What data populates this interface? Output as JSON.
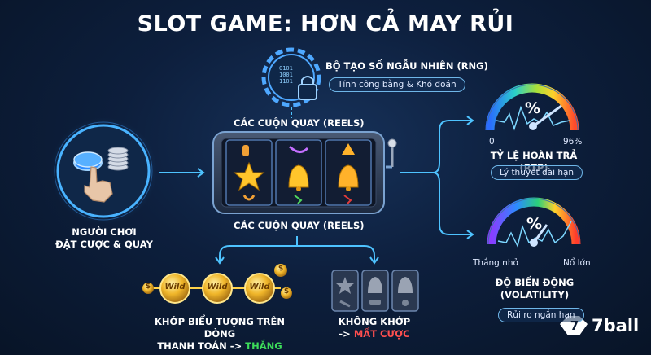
{
  "title": "SLOT GAME: HƠN CẢ MAY RỦI",
  "rng": {
    "label": "BỘ TẠO SỐ NGẪU NHIÊN (RNG)",
    "pill": "Tính công bằng & Khó đoán"
  },
  "reels": {
    "label_top": "CÁC CUỘN QUAY (REELS)",
    "label_bottom": "CÁC CUỘN QUAY (REELS)"
  },
  "player": {
    "line1": "NGƯỜI CHƠI",
    "line2": "ĐẶT CƯỢC & QUAY"
  },
  "rtp": {
    "gauge_min": "0",
    "gauge_max": "96%",
    "label": "TỶ LỆ HOÀN TRẢ (RTP)",
    "pill": "Lý thuyết dài hạn",
    "percent_symbol": "%"
  },
  "volatility": {
    "gauge_left": "Thắng nhỏ",
    "gauge_right": "Nổ lớn",
    "line1": "ĐỘ BIẾN ĐỘNG",
    "line2": "(VOLATILITY)",
    "pill": "Rủi ro ngắn hạn",
    "percent_symbol": "%"
  },
  "win": {
    "line1": "KHỚP BIỂU TƯỢNG TRÊN DÒNG",
    "line2_prefix": "THANH TOÁN ->",
    "line2_result": "THẮNG",
    "coin_text": "Wild",
    "dollar": "$"
  },
  "lose": {
    "line1": "KHÔNG KHỚP",
    "line2_prefix": "->",
    "line2_result": "MẤT CƯỢC"
  },
  "brand": {
    "name": "7ball",
    "badge": "7"
  },
  "rng_bits": [
    "0101",
    "1001",
    "1101"
  ]
}
